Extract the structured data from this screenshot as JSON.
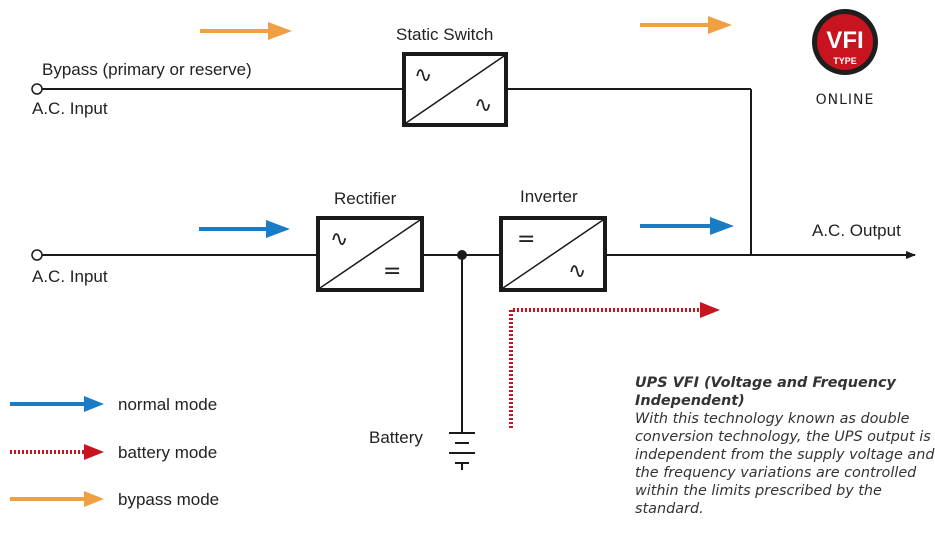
{
  "labels": {
    "static_switch": "Static Switch",
    "bypass": "Bypass (primary or reserve)",
    "ac_input_top": "A.C. Input",
    "ac_input_bottom": "A.C. Input",
    "rectifier": "Rectifier",
    "inverter": "Inverter",
    "ac_output": "A.C. Output",
    "battery": "Battery"
  },
  "badge": {
    "main": "VFI",
    "sub": "TYPE",
    "caption": "ONLINE"
  },
  "legend": {
    "normal": "normal mode",
    "battery": "battery mode",
    "bypass": "bypass mode"
  },
  "description": {
    "title": "UPS VFI (Voltage and Frequency Independent)",
    "body": "With this technology known as double conversion technology, the UPS output is independent from the supply voltage and the frequency variations are controlled within the limits prescribed by the standard."
  },
  "symbols": {
    "ac": "∿",
    "dc": "="
  },
  "colors": {
    "normal": "#1a7cc4",
    "battery": "#c8141e",
    "bypass": "#f0a040",
    "line": "#1a1a1a",
    "badge_bg": "#1e1e1e",
    "badge_inner": "#c8141e"
  }
}
